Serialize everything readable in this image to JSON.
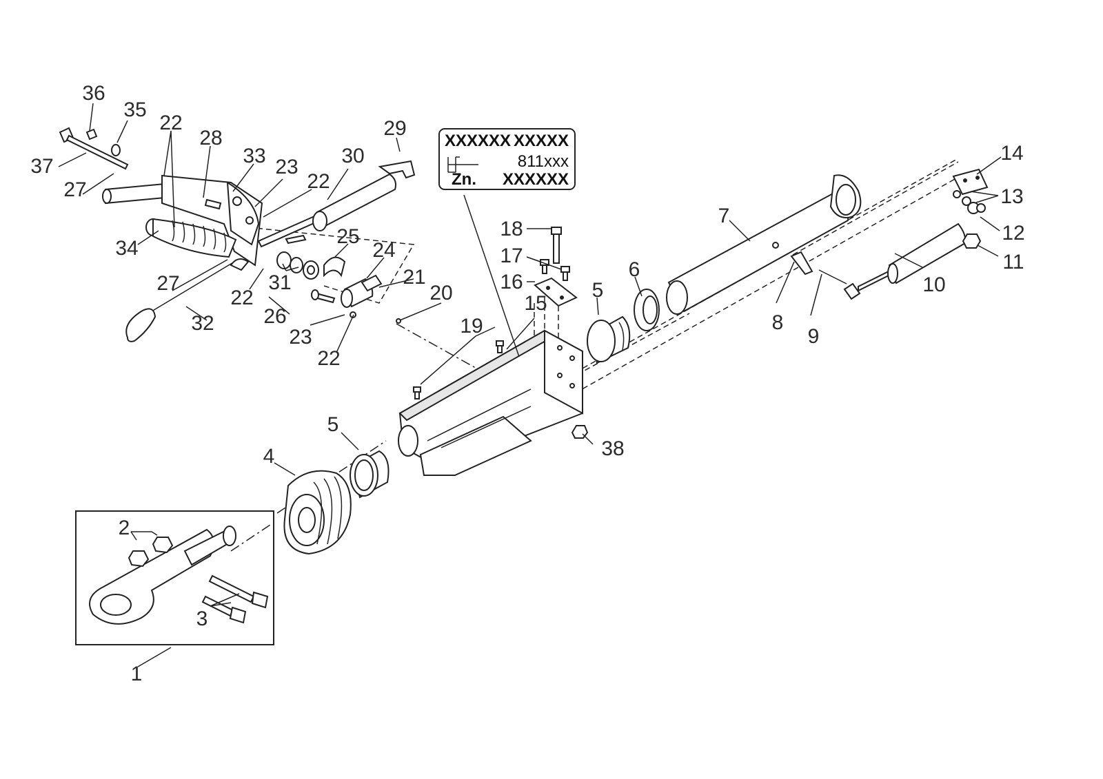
{
  "plate": {
    "row1_left": "XXXXXX",
    "row1_right": "XXXXX",
    "row2_right": "811xxx",
    "row3_left": "Zn.",
    "row3_right": "XXXXXX"
  },
  "callouts": [
    {
      "id": "1",
      "text": "1"
    },
    {
      "id": "2",
      "text": "2"
    },
    {
      "id": "3",
      "text": "3"
    },
    {
      "id": "4",
      "text": "4"
    },
    {
      "id": "5a",
      "text": "5"
    },
    {
      "id": "5b",
      "text": "5"
    },
    {
      "id": "6",
      "text": "6"
    },
    {
      "id": "7",
      "text": "7"
    },
    {
      "id": "8",
      "text": "8"
    },
    {
      "id": "9",
      "text": "9"
    },
    {
      "id": "10",
      "text": "10"
    },
    {
      "id": "11",
      "text": "11"
    },
    {
      "id": "12",
      "text": "12"
    },
    {
      "id": "13",
      "text": "13"
    },
    {
      "id": "14",
      "text": "14"
    },
    {
      "id": "15",
      "text": "15"
    },
    {
      "id": "16",
      "text": "16"
    },
    {
      "id": "17",
      "text": "17"
    },
    {
      "id": "18",
      "text": "18"
    },
    {
      "id": "19",
      "text": "19"
    },
    {
      "id": "20",
      "text": "20"
    },
    {
      "id": "21",
      "text": "21"
    },
    {
      "id": "22a",
      "text": "22"
    },
    {
      "id": "22b",
      "text": "22"
    },
    {
      "id": "22c",
      "text": "22"
    },
    {
      "id": "22d",
      "text": "22"
    },
    {
      "id": "23a",
      "text": "23"
    },
    {
      "id": "23b",
      "text": "23"
    },
    {
      "id": "24",
      "text": "24"
    },
    {
      "id": "25",
      "text": "25"
    },
    {
      "id": "26",
      "text": "26"
    },
    {
      "id": "27a",
      "text": "27"
    },
    {
      "id": "27b",
      "text": "27"
    },
    {
      "id": "28",
      "text": "28"
    },
    {
      "id": "29",
      "text": "29"
    },
    {
      "id": "30",
      "text": "30"
    },
    {
      "id": "31",
      "text": "31"
    },
    {
      "id": "32",
      "text": "32"
    },
    {
      "id": "33",
      "text": "33"
    },
    {
      "id": "34",
      "text": "34"
    },
    {
      "id": "35",
      "text": "35"
    },
    {
      "id": "36",
      "text": "36"
    },
    {
      "id": "37",
      "text": "37"
    },
    {
      "id": "38",
      "text": "38"
    }
  ]
}
